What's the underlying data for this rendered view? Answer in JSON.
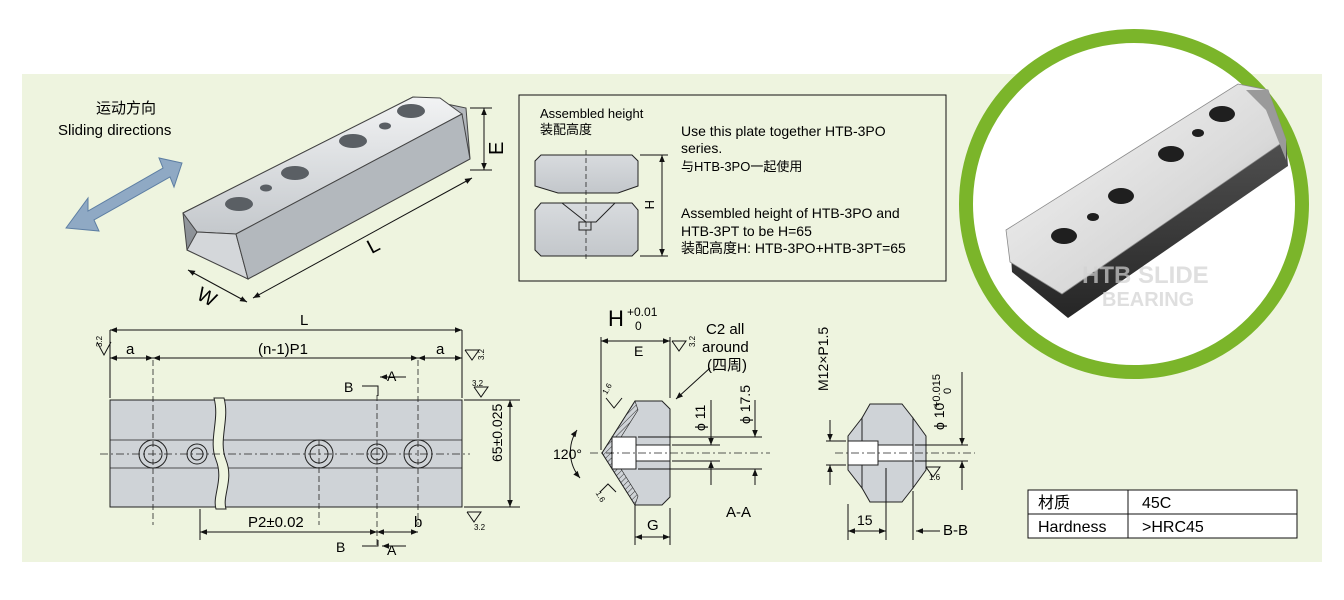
{
  "sliding": {
    "label_cn": "运动方向",
    "label_en": "Sliding directions"
  },
  "iso": {
    "dim_w": "W",
    "dim_l": "L",
    "dim_e": "E"
  },
  "assembly_box": {
    "title_en": "Assembled height",
    "title_cn": "装配高度",
    "h_label": "H",
    "note1_line1": "Use this plate together HTB-3PO",
    "note1_line2": "series.",
    "note1_line3": "与HTB-3PO一起使用",
    "note2_line1": "Assembled height of HTB-3PO and",
    "note2_line2": "HTB-3PT to be H=65",
    "note2_line3": "装配高度H: HTB-3PO+HTB-3PT=65"
  },
  "plan": {
    "dim_l": "L",
    "dim_a_left": "a",
    "dim_pitch": "(n-1)P1",
    "dim_a_right": "a",
    "rough_left": "3.2",
    "rough_right": "3.2",
    "rough_side": "3.2",
    "rough_bottom": "3.2",
    "sec_b_top": "B",
    "sec_a_top": "A",
    "sec_b_bot": "B",
    "sec_a_bot": "A",
    "dim_height": "65±0.025",
    "dim_p2": "P2±0.02",
    "dim_b": "b"
  },
  "section_aa": {
    "h_main": "H",
    "h_plus": "+0.01",
    "h_zero": "0",
    "dim_e": "E",
    "rough_top": "3.2",
    "chamfer_line1": "C2 all",
    "chamfer_line2": "around",
    "chamfer_line3": "(四周)",
    "rough_tl": "1.6",
    "rough_bl": "1.6",
    "angle": "120°",
    "dia_11": "ϕ 11",
    "dia_175": "ϕ 17.5",
    "dim_g": "G",
    "label": "A-A"
  },
  "section_bb": {
    "thread": "M12×P1.5",
    "dia_main": "ϕ 10",
    "dia_tol_plus": "+0.015",
    "dia_tol_zero": "0",
    "rough": "1.6",
    "dim_15": "15",
    "label": "B-B"
  },
  "material_table": {
    "rows": [
      {
        "key": "材质",
        "value": "45C"
      },
      {
        "key": "Hardness",
        "value": ">HRC45"
      }
    ]
  },
  "photo": {
    "watermark_line1": "HTB SLIDE",
    "watermark_line2": "BEARING"
  },
  "colors": {
    "panel_bg": "#eef4df",
    "ring": "#7bb52a",
    "part": "#c9cdd2",
    "part_dark": "#8d9298",
    "arrow": "#8fa9c4"
  }
}
